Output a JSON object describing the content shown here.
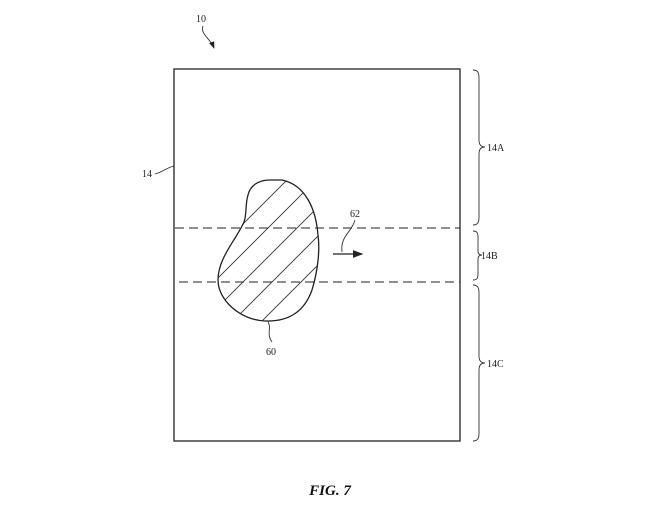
{
  "figure": {
    "caption": "FIG. 7",
    "labels": {
      "device": "10",
      "display": "14",
      "region_a": "14A",
      "region_b": "14B",
      "region_c": "14C",
      "object": "60",
      "motion": "62"
    }
  }
}
